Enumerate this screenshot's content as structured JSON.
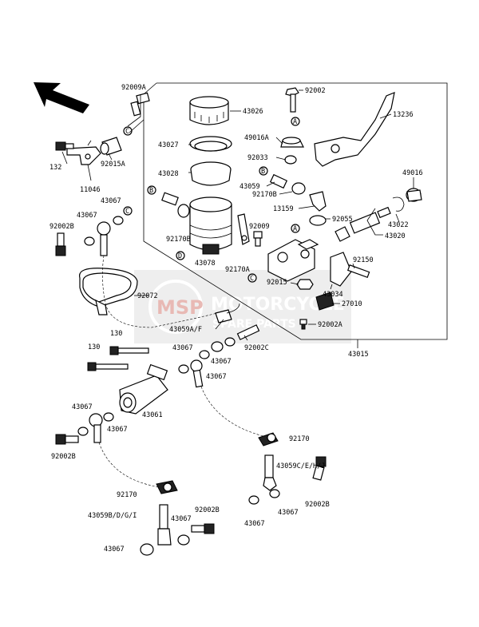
{
  "watermark": {
    "logo": "MSP",
    "line1": "MOTORCYCLE",
    "line2": "SPARE PARTS"
  },
  "labels": {
    "p92009A": "92009A",
    "p132": "132",
    "p92015A": "92015A",
    "p11046": "11046",
    "p43067a": "43067",
    "p43067b": "43067",
    "p92002Ba": "92002B",
    "p43026": "43026",
    "p43027": "43027",
    "p43028": "43028",
    "p92170B1": "92170B",
    "p43078": "43078",
    "p92009": "92009",
    "p92170A": "92170A",
    "p92002": "92002",
    "p49016A": "49016A",
    "p92033": "92033",
    "p43059": "43059",
    "p92170B2": "92170B",
    "p13159": "13159",
    "p92055": "92055",
    "p13236": "13236",
    "p49016": "49016",
    "p43022": "43022",
    "p43020": "43020",
    "p92150": "92150",
    "p92015": "92015",
    "p43034": "43034",
    "p27010": "27010",
    "p92002A": "92002A",
    "p43015": "43015",
    "p92072": "92072",
    "p43059AF": "43059A/F",
    "p92002C": "92002C",
    "p130a": "130",
    "p130b": "130",
    "p43067c": "43067",
    "p43067d": "43067",
    "p43067e": "43067",
    "p43061": "43061",
    "p43067f": "43067",
    "p43067g": "43067",
    "p92002Bb": "92002B",
    "p92170a": "92170",
    "p43059CEHJ": "43059C/E/H/J",
    "p92002Bc": "92002B",
    "p43067h": "43067",
    "p43067i": "43067",
    "p92170b": "92170",
    "p43059BDGI": "43059B/D/G/I",
    "p92002Bd": "92002B",
    "p43067j": "43067",
    "p43067k": "43067"
  },
  "callouts": {
    "A1": "A",
    "A2": "A",
    "B1": "B",
    "B2": "B",
    "C1": "C",
    "C2": "C",
    "C3": "C",
    "D1": "D"
  }
}
